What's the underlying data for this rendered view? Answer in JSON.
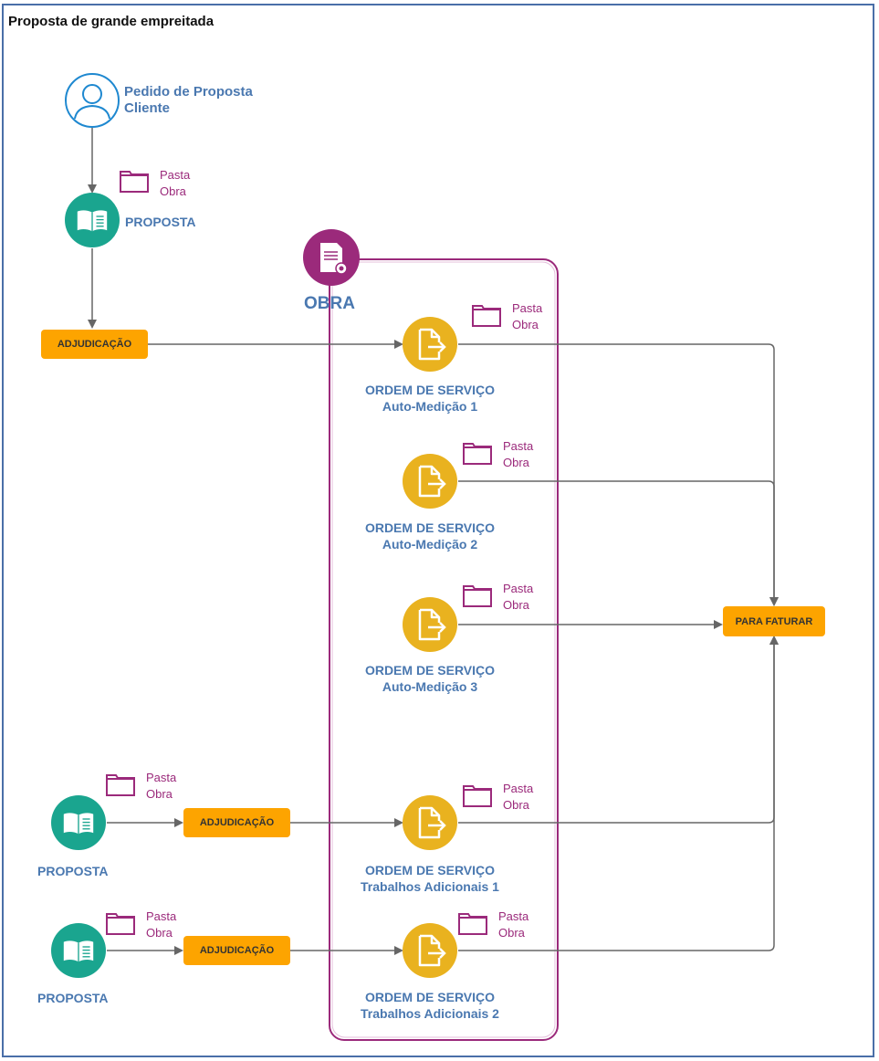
{
  "title": "Proposta de grande empreitada",
  "colors": {
    "frame": "#4a6fa8",
    "teal": "#1aa58f",
    "gold": "#e9b21f",
    "orange": "#fda400",
    "purple": "#9b2a7b",
    "label_blue": "#4a78b0",
    "arrow": "#666666"
  },
  "client": {
    "line1": "Pedido de Proposta",
    "line2": "Cliente",
    "icon": "user-icon"
  },
  "folder": {
    "line1": "Pasta",
    "line2": "Obra",
    "icon": "folder-icon"
  },
  "proposta_label": "PROPOSTA",
  "adjudicacao_label": "ADJUDICAÇÃO",
  "obra": {
    "label": "OBRA",
    "icon": "certificate-icon"
  },
  "os_title": "ORDEM DE SERVIÇO",
  "orders": [
    {
      "sub": "Auto-Medição 1"
    },
    {
      "sub": "Auto-Medição 2"
    },
    {
      "sub": "Auto-Medição 3"
    },
    {
      "sub": "Trabalhos Adicionais 1"
    },
    {
      "sub": "Trabalhos Adicionais 2"
    }
  ],
  "para_faturar": "PARA FATURAR"
}
